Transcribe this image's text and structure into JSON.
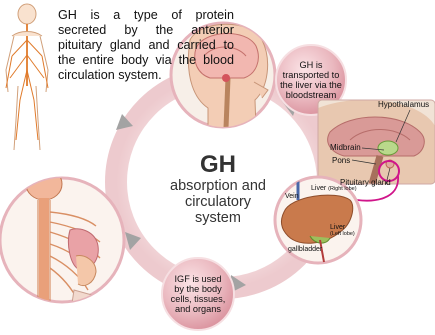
{
  "intro_text": "GH is a type of protein secreted by the anterior pituitary gland and carried to the entire body via the blood circulation system.",
  "center": {
    "title": "GH",
    "subtitle_line1": "absorption and",
    "subtitle_line2": "circulatory",
    "subtitle_line3": "system"
  },
  "bubbles": {
    "transport": [
      "GH is",
      "transported to",
      "the liver via the",
      "bloodstream"
    ],
    "igf": [
      "IGF is used",
      "by the body",
      "cells, tissues,",
      "and organs"
    ]
  },
  "brain_labels": {
    "hypothalamus": "Hypothalamus",
    "midbrain": "Midbrain",
    "pons": "Pons",
    "pituitary": "Pituitary gland"
  },
  "liver_labels": {
    "vein": "Vein",
    "liver_right": "Liver",
    "liver_right_sub": "(Right lobe)",
    "liver_left": "Liver",
    "liver_left_sub": "(Left lobe)",
    "gallbladder": "gallbladder"
  },
  "colors": {
    "ring": "#f2d3d5",
    "bubble": "#eab8bf",
    "bubble_edge": "#d88d98",
    "arrow_grey": "#9a9a9a",
    "magenta": "#d0158a",
    "nerve": "#e58a3a"
  }
}
